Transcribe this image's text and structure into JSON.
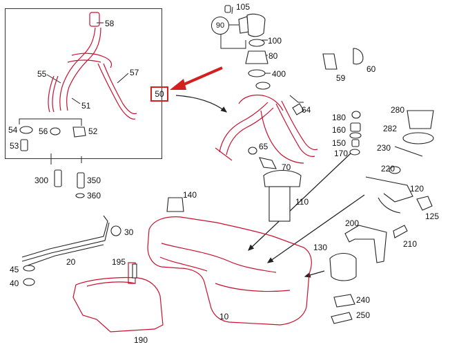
{
  "diagram": {
    "highlight_color": "#d31f1f",
    "line_color": "#222222",
    "part_outline_color": "#c8102e",
    "highlighted_part": "50",
    "circled_part": "90",
    "callouts": {
      "c105": "105",
      "c90": "90",
      "c100": "100",
      "c80": "80",
      "c400": "400",
      "c59": "59",
      "c60": "60",
      "c58": "58",
      "c55": "55",
      "c57": "57",
      "c51": "51",
      "c50": "50",
      "c54": "54",
      "c56": "56",
      "c52": "52",
      "c53": "53",
      "c300": "300",
      "c350": "350",
      "c360": "360",
      "c64": "64",
      "c65": "65",
      "c70": "70",
      "c180": "180",
      "c160": "160",
      "c150": "150",
      "c170": "170",
      "c280": "280",
      "c282": "282",
      "c230": "230",
      "c220": "220",
      "c120": "120",
      "c140": "140",
      "c110": "110",
      "c30": "30",
      "c20": "20",
      "c195": "195",
      "c45": "45",
      "c40": "40",
      "c200": "200",
      "c210": "210",
      "c125": "125",
      "c130": "130",
      "c240": "240",
      "c250": "250",
      "c10": "10",
      "c190": "190"
    }
  }
}
